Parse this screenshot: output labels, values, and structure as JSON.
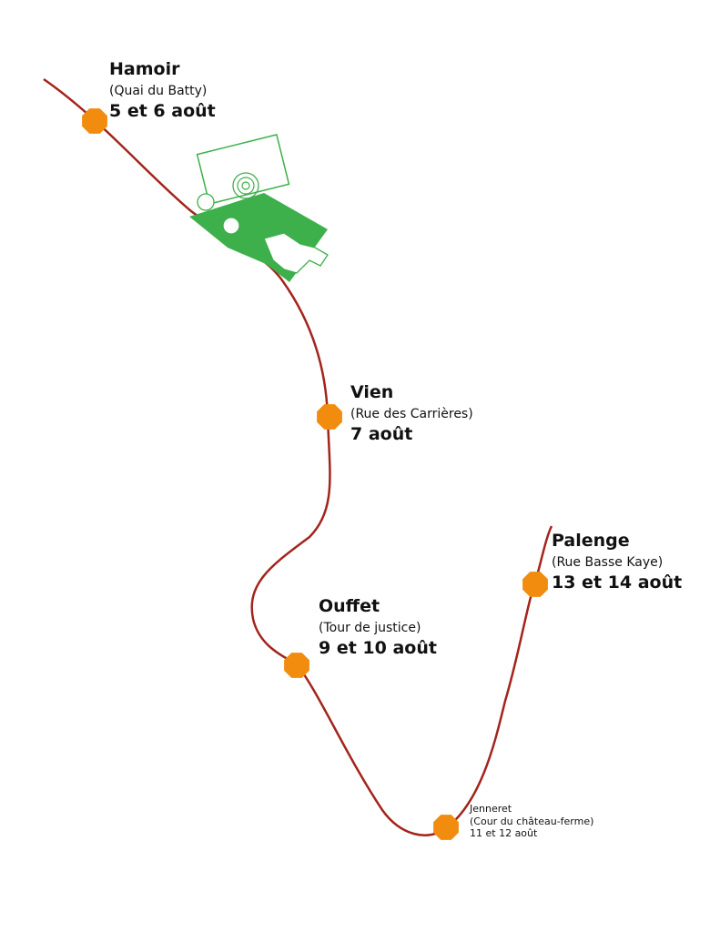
{
  "colors": {
    "route": "#A3241C",
    "stop_marker": "#F28C0F",
    "caravan_fill": "#3DB04B",
    "caravan_outline": "#3DB04B",
    "text": "#111111"
  },
  "stops": [
    {
      "town": "Hamoir",
      "place": "(Quai du Batty)",
      "dates": "5 et 6 août"
    },
    {
      "town": "Vien",
      "place": "(Rue des Carrières)",
      "dates": "7 août"
    },
    {
      "town": "Ouffet",
      "place": "(Tour de justice)",
      "dates": "9 et 10 août"
    },
    {
      "town": "Jenneret",
      "place": "(Cour du château-ferme)",
      "dates": "11 et 12 août"
    },
    {
      "town": "Palenge",
      "place": "(Rue Basse Kaye)",
      "dates": "13 et 14 août"
    }
  ],
  "icons": {
    "caravan": "horse-drawn-caravan-icon"
  }
}
